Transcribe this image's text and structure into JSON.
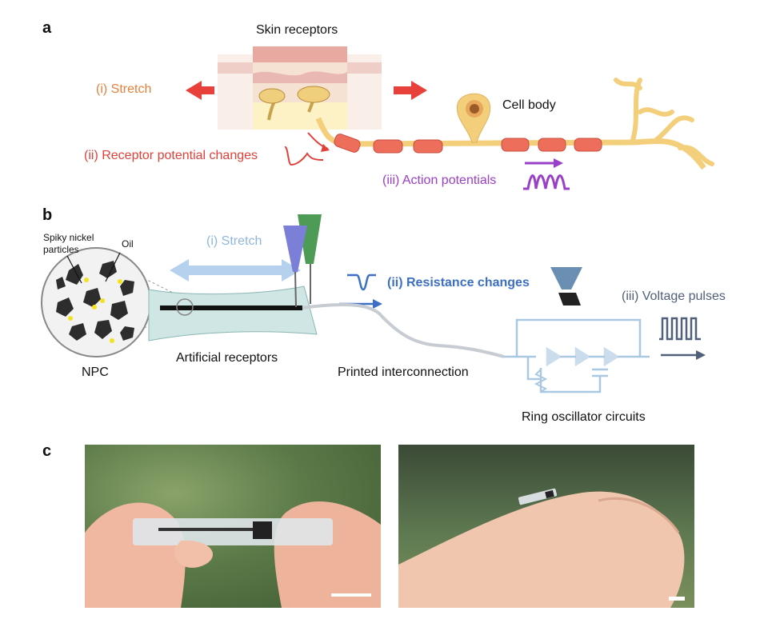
{
  "panel_a": {
    "letter": "a",
    "skin_receptors": "Skin receptors",
    "stretch": "(i) Stretch",
    "receptor_potential": "(ii) Receptor potential changes",
    "action_potentials": "(iii) Action potentials",
    "cell_body": "Cell body"
  },
  "panel_b": {
    "letter": "b",
    "spiky_particles": "Spiky nickel particles",
    "oil": "Oil",
    "npc": "NPC",
    "stretch": "(i) Stretch",
    "artificial_receptors": "Artificial receptors",
    "resistance_changes": "(ii) Resistance changes",
    "voltage_pulses": "(iii) Voltage pulses",
    "printed_interconnection": "Printed interconnection",
    "ring_oscillator": "Ring oscillator circuits"
  },
  "panel_c": {
    "letter": "c"
  },
  "colors": {
    "stretch_orange": "#e8803a",
    "receptor_red": "#e0403a",
    "action_purple": "#9a3fc8",
    "stretch_lightblue": "#8fb6de",
    "resistance_blue": "#3d6fc4",
    "voltage_slate": "#51607a",
    "neuron_yellow": "#f4cf7b",
    "myelin_salmon": "#ec6e5b"
  }
}
